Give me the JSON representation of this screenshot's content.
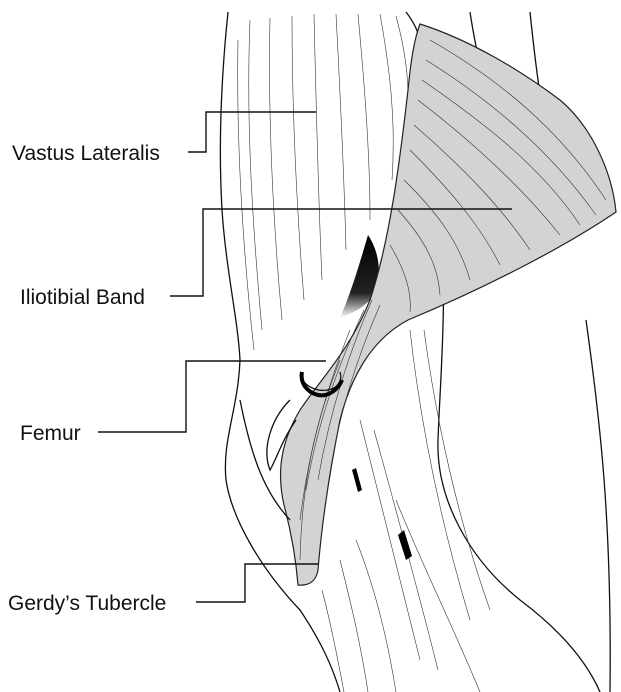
{
  "colors": {
    "background": "#ffffff",
    "ink": "#111111",
    "band_fill": "#d3d3d3"
  },
  "labels": {
    "vastus_lateralis": "Vastus Lateralis",
    "iliotibial_band": "Iliotibial Band",
    "femur": "Femur",
    "gerdys_tubercle": "Gerdy’s Tubercle"
  }
}
